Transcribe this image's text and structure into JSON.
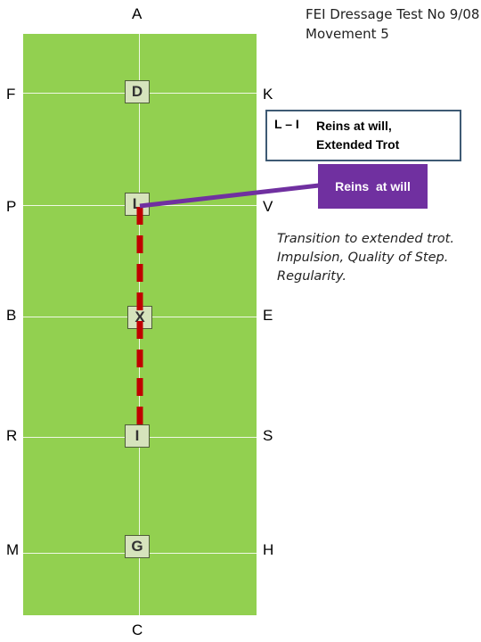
{
  "title": {
    "line1": "FEI Dressage Test No 9/08",
    "line2": "Movement 5"
  },
  "arena": {
    "color": "#92d050",
    "end_letters": {
      "top": "A",
      "bottom": "C"
    },
    "left_letters": [
      "F",
      "P",
      "B",
      "R",
      "M"
    ],
    "right_letters": [
      "K",
      "V",
      "E",
      "S",
      "H"
    ],
    "centerline_markers": [
      "D",
      "L",
      "X",
      "I",
      "G"
    ]
  },
  "movement": {
    "label": "L – I",
    "description_line1": "Reins at will,",
    "description_line2": "Extended Trot"
  },
  "callout": {
    "text": "Reins  at will",
    "color": "#7030a0"
  },
  "path": {
    "color": "#c00000",
    "style": "dashed",
    "from": "L",
    "to": "I"
  },
  "notes": [
    "Transition to extended trot.",
    "Impulsion, Quality of Step.",
    "Regularity."
  ]
}
